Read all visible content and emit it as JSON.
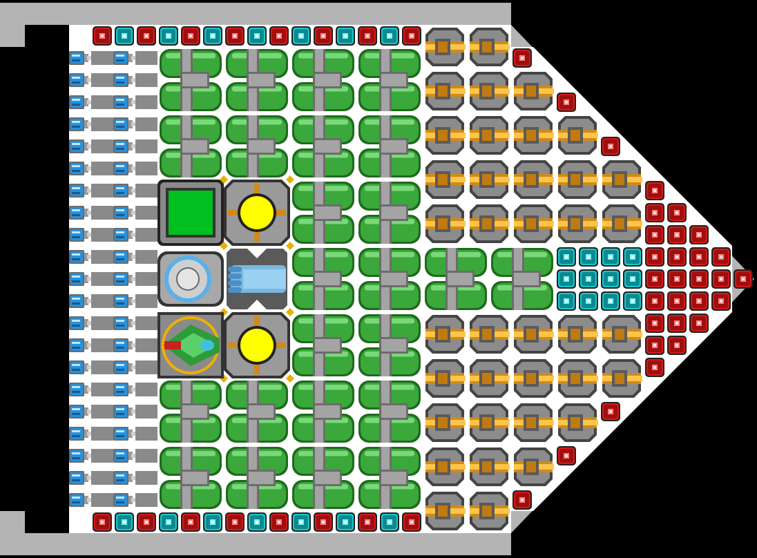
{
  "scene": {
    "background_color": "#000000",
    "hull_color": "#b4b4b4",
    "deck_color": "#ffffff",
    "grid": {
      "columns": 30,
      "rows": 22
    }
  },
  "palette": {
    "armor_red": "#d81818",
    "armor_cyan": "#18c8d0",
    "tank_green": "#3aa83a",
    "pipe_grey": "#8a8a8a",
    "thruster_blue": "#2a90d8",
    "gun_orange": "#d08a18",
    "reactor_yellow": "#ffff00",
    "bridge_green": "#00c020"
  },
  "modules": [
    {
      "name": "bridge",
      "icon": "bridge-screen-icon"
    },
    {
      "name": "reactor",
      "icon": "reactor-core-icon"
    },
    {
      "name": "shield-generator",
      "icon": "shield-dome-icon"
    },
    {
      "name": "engine-core",
      "icon": "engine-core-icon"
    },
    {
      "name": "fighter-bay",
      "icon": "fighter-ship-icon"
    },
    {
      "name": "reactor",
      "icon": "reactor-core-icon"
    }
  ],
  "ship_parts": [
    {
      "name": "thruster",
      "icon": "thruster-icon"
    },
    {
      "name": "fuel-tank",
      "icon": "fuel-tank-icon"
    },
    {
      "name": "turret",
      "icon": "turret-gun-icon"
    },
    {
      "name": "armor-red",
      "icon": "armor-block-icon"
    },
    {
      "name": "armor-cyan",
      "icon": "armor-block-icon"
    }
  ]
}
